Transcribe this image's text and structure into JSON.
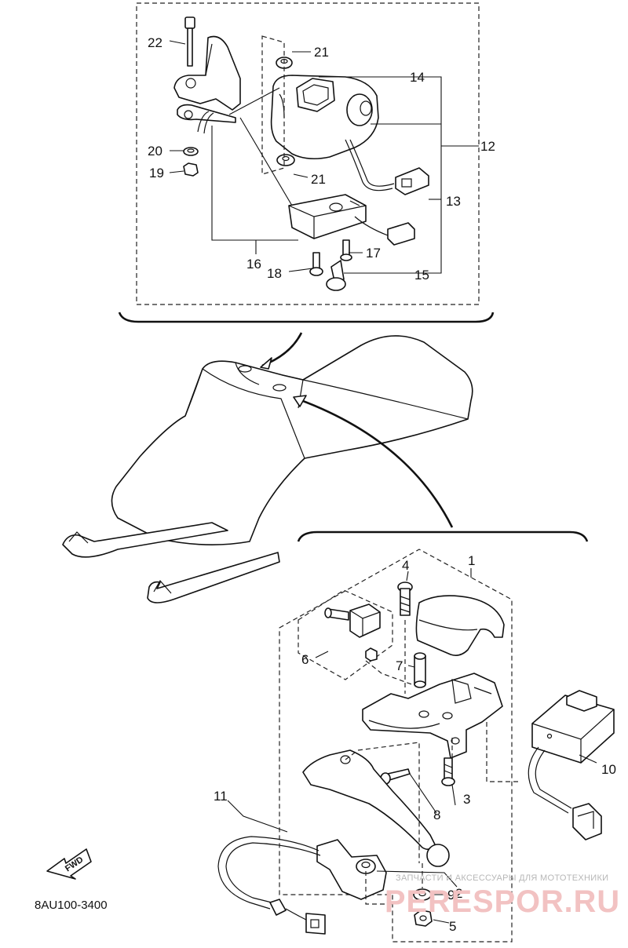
{
  "diagram": {
    "code": "8AU100-3400",
    "fwd_label": "FWD",
    "watermark": {
      "tagline": "ЗАПЧАСТИ И АКСЕССУАРЫ ДЛЯ МОТОТЕХНИКИ",
      "brand": "PERESPOR.RU"
    },
    "callouts": {
      "c1": "1",
      "c2": "2",
      "c3": "3",
      "c4": "4",
      "c5": "5",
      "c6": "6",
      "c7": "7",
      "c8": "8",
      "c9": "9",
      "c10": "10",
      "c11": "11",
      "c12": "12",
      "c13": "13",
      "c14": "14",
      "c15": "15",
      "c16": "16",
      "c17": "17",
      "c18": "18",
      "c19": "19",
      "c20": "20",
      "c21a": "21",
      "c21b": "21",
      "c22": "22"
    }
  }
}
